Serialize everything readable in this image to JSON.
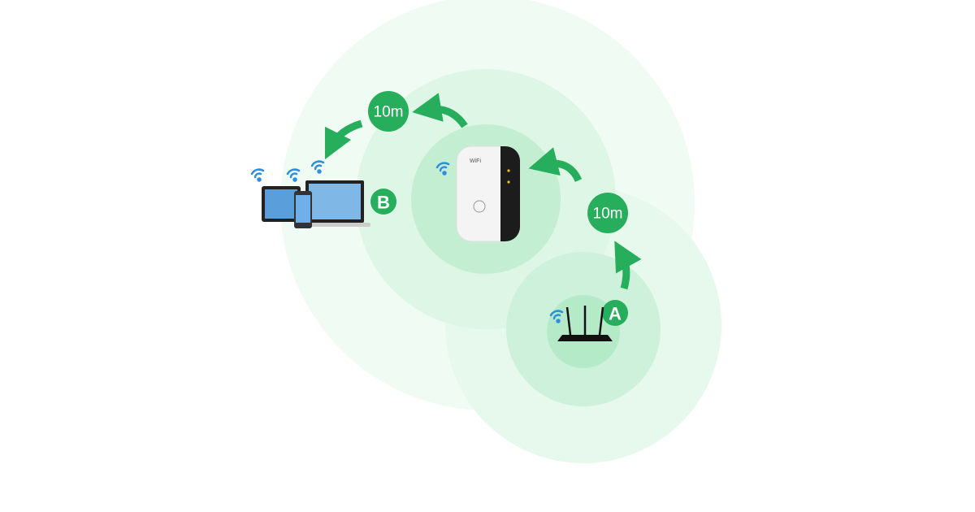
{
  "diagram": {
    "distance_labels": [
      "10m",
      "10m"
    ],
    "node_labels": {
      "router": "A",
      "devices": "B"
    },
    "extender_logo": "WiFi",
    "colors": {
      "accent": "#27ae5c",
      "signal": "#2d8fe0",
      "ring_light": "#e6f8ec",
      "ring_mid": "#c7f0d4",
      "ring_core": "#a9e8c0"
    }
  }
}
